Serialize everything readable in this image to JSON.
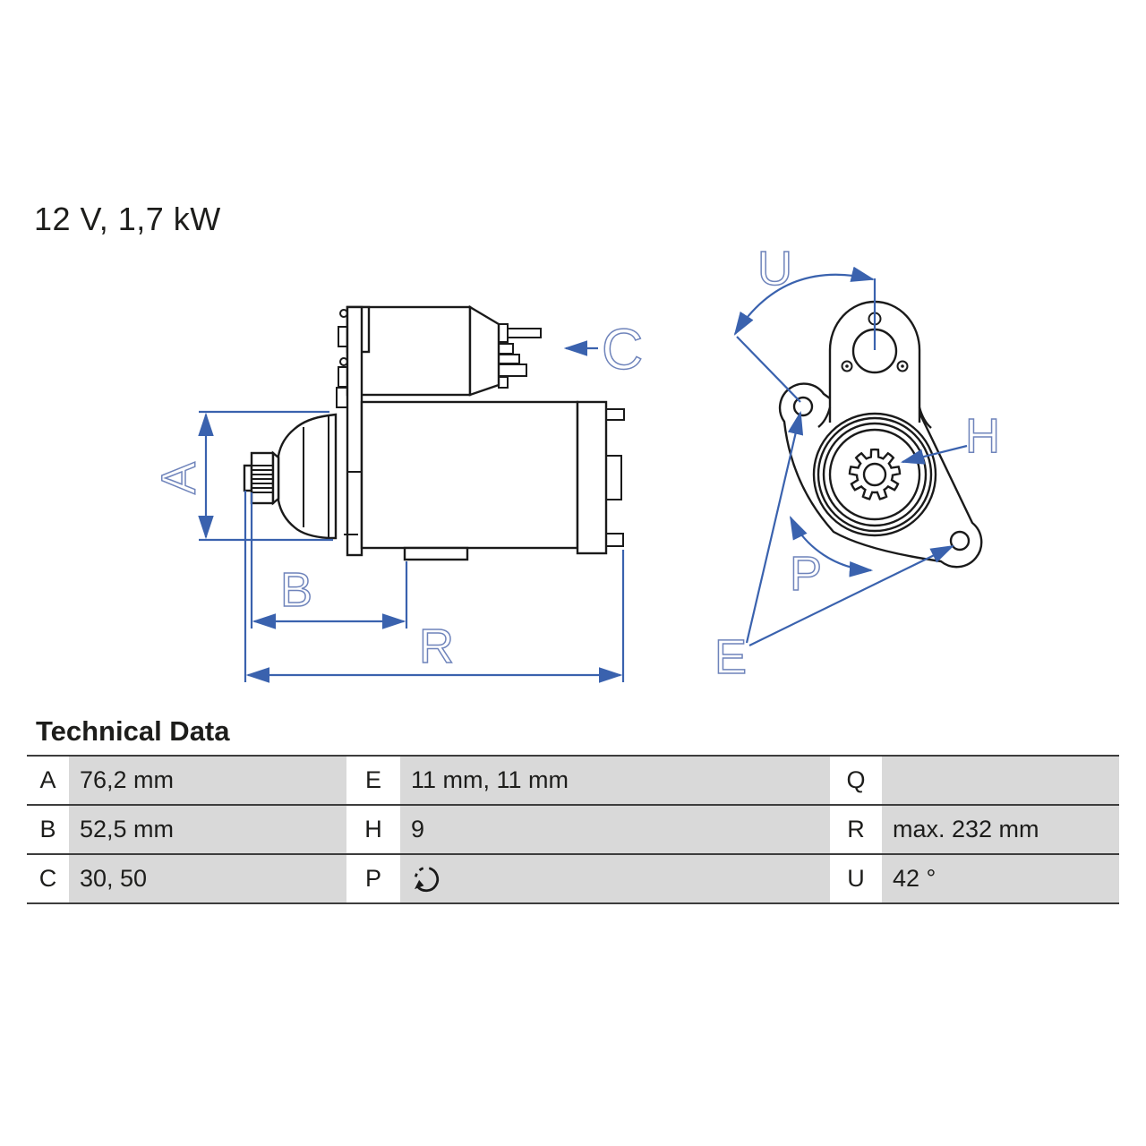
{
  "header": {
    "rating": "12 V, 1,7 kW"
  },
  "drawing": {
    "side_labels": {
      "a": "A",
      "b": "B",
      "c": "C",
      "r": "R"
    },
    "front_labels": {
      "u": "U",
      "h": "H",
      "p": "P",
      "e": "E"
    },
    "colors": {
      "line": "#1a1a1a",
      "dimension": "#3a62ae",
      "label": "#6f84bb"
    }
  },
  "icons": {
    "p_value": "rotation-direction-icon"
  },
  "table": {
    "title": "Technical Data",
    "rows": [
      [
        {
          "k": "A",
          "v": "76,2 mm"
        },
        {
          "k": "E",
          "v": "11 mm, 11 mm"
        },
        {
          "k": "Q",
          "v": ""
        }
      ],
      [
        {
          "k": "B",
          "v": "52,5 mm"
        },
        {
          "k": "H",
          "v": "9"
        },
        {
          "k": "R",
          "v": "max. 232 mm"
        }
      ],
      [
        {
          "k": "C",
          "v": "30, 50"
        },
        {
          "k": "P",
          "v": ""
        },
        {
          "k": "U",
          "v": "42 °"
        }
      ]
    ]
  }
}
